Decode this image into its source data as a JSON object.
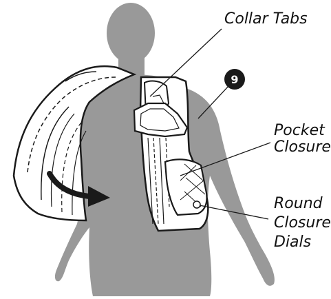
{
  "labels": {
    "collar_tabs": "Collar Tabs",
    "pocket_closure_line1": "Pocket",
    "pocket_closure_line2": "Closure",
    "round_closure_line1": "Round",
    "round_closure_line2": "Closure",
    "round_closure_line3": "Dials"
  },
  "step_number": "9",
  "colors": {
    "figure": "#999999",
    "vest_fill": "#ffffff",
    "outline": "#1a1a1a",
    "badge": "#1a1a1a",
    "arrow": "#1a1a1a"
  },
  "icons": {
    "arrow": "curved-arrow-icon"
  }
}
